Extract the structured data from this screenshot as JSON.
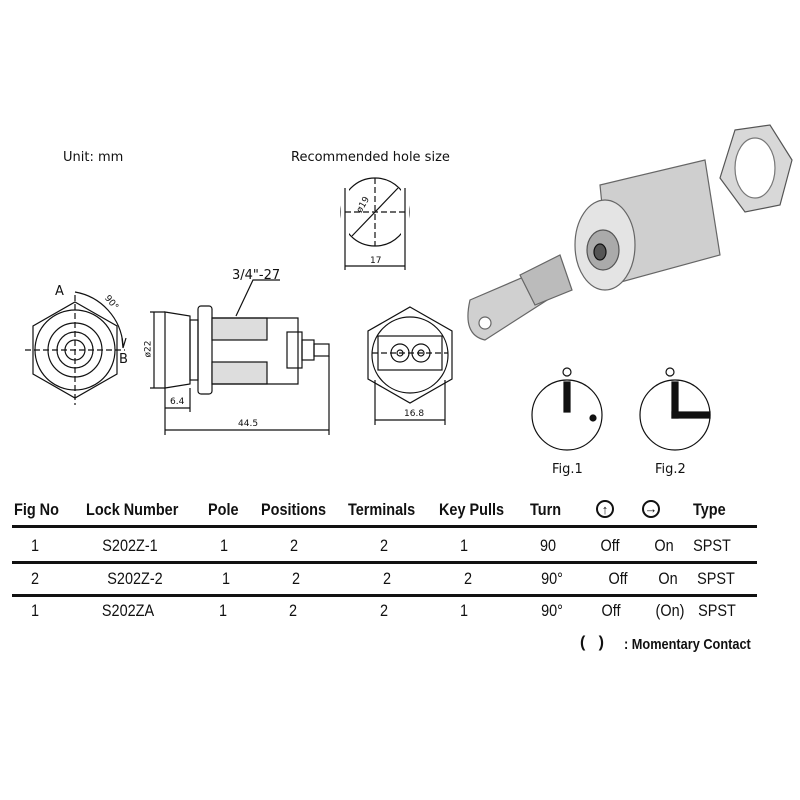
{
  "unit_label": "Unit: mm",
  "hole": {
    "title": "Recommended hole size",
    "diameter": "ø19",
    "width": "17"
  },
  "front_view": {
    "point_a": "A",
    "point_b": "B",
    "angle": "90°"
  },
  "side_view": {
    "thread": "3/4\"-27",
    "diameter": "ø22",
    "flange": "6.4",
    "length": "44.5"
  },
  "back_view": {
    "width": "16.8"
  },
  "figures": [
    {
      "label": "Fig.1"
    },
    {
      "label": "Fig.2"
    }
  ],
  "table": {
    "headers": [
      "Fig No",
      "Lock Number",
      "Pole",
      "Positions",
      "Terminals",
      "Key Pulls",
      "Turn",
      "up-arrow-icon",
      "right-arrow-icon",
      "Type"
    ],
    "rows": [
      [
        "1",
        "S202Z-1",
        "1",
        "2",
        "2",
        "1",
        "90",
        "Off",
        "On",
        "SPST"
      ],
      [
        "2",
        "S202Z-2",
        "1",
        "2",
        "2",
        "2",
        "90°",
        "Off",
        "On",
        "SPST"
      ],
      [
        "1",
        "S202ZA",
        "1",
        "2",
        "2",
        "1",
        "90°",
        "Off",
        "(On)",
        "SPST"
      ]
    ],
    "footnote_symbol": "(   )",
    "footnote": ": Momentary Contact"
  }
}
